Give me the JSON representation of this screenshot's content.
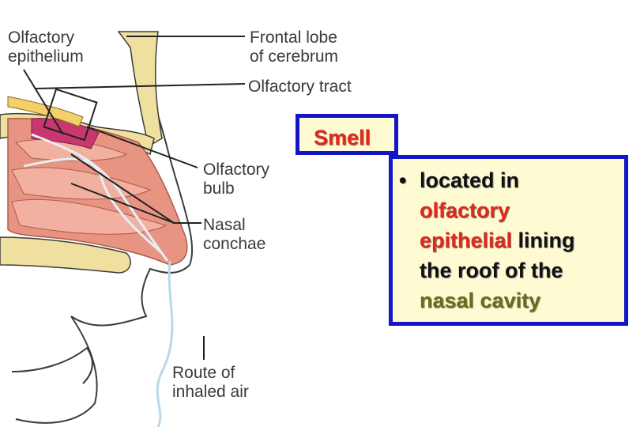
{
  "labels": {
    "olfactory_epithelium": [
      "Olfactory",
      "epithelium"
    ],
    "frontal_lobe": [
      "Frontal lobe",
      "of cerebrum"
    ],
    "olfactory_tract": "Olfactory tract",
    "olfactory_bulb": [
      "Olfactory",
      "bulb"
    ],
    "nasal_conchae": [
      "Nasal",
      "conchae"
    ],
    "route_inhaled_air": [
      "Route of",
      "inhaled air"
    ]
  },
  "callout": {
    "title": "Smell",
    "bullet": "•",
    "lines": [
      {
        "parts": [
          {
            "text": "located in",
            "style": "plain"
          }
        ]
      },
      {
        "parts": [
          {
            "text": "olfactory",
            "style": "red"
          }
        ]
      },
      {
        "parts": [
          {
            "text": "epithelial",
            "style": "red"
          },
          {
            "text": " lining",
            "style": "plain"
          }
        ]
      },
      {
        "parts": [
          {
            "text": "the roof of the",
            "style": "plain"
          }
        ]
      },
      {
        "parts": [
          {
            "text": "nasal cavity",
            "style": "olive"
          }
        ]
      }
    ]
  },
  "colors": {
    "box_border": "#1414c8",
    "box_fill": "#fefbd2",
    "highlight_red": "#e0281e",
    "highlight_olive": "#6b6b1e",
    "bone": "#f0e0a0",
    "mucosa": "#e89482",
    "epithelium": "#c8386e",
    "nerve": "#f4d06a",
    "airflow": "#b8d8ec"
  }
}
